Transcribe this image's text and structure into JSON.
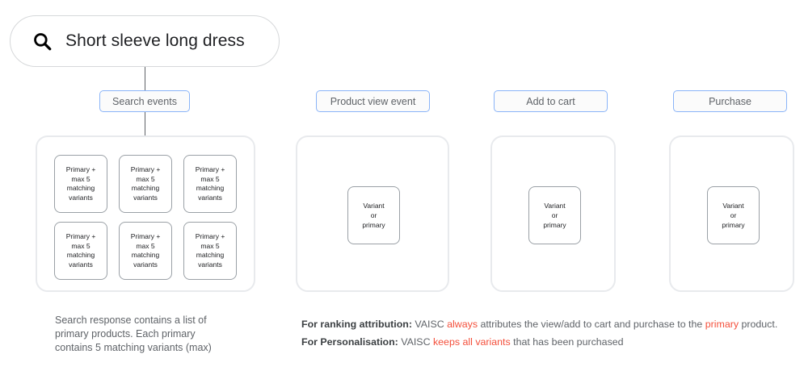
{
  "search": {
    "query": "Short sleeve long dress",
    "icon": "search-icon"
  },
  "events": [
    {
      "label": "Search events"
    },
    {
      "label": "Product view event"
    },
    {
      "label": "Add to cart"
    },
    {
      "label": "Purchase"
    }
  ],
  "search_panel": {
    "cards": [
      {
        "l1": "Primary +",
        "l2": "max 5",
        "l3": "matching",
        "l4": "variants"
      },
      {
        "l1": "Primary +",
        "l2": "max 5",
        "l3": "matching",
        "l4": "variants"
      },
      {
        "l1": "Primary +",
        "l2": "max 5",
        "l3": "matching",
        "l4": "variants"
      },
      {
        "l1": "Primary +",
        "l2": "max 5",
        "l3": "matching",
        "l4": "variants"
      },
      {
        "l1": "Primary +",
        "l2": "max 5",
        "l3": "matching",
        "l4": "variants"
      },
      {
        "l1": "Primary +",
        "l2": "max 5",
        "l3": "matching",
        "l4": "variants"
      }
    ],
    "caption_line1": "Search response contains a list of",
    "caption_line2": "primary products. Each primary",
    "caption_line3": "contains 5 matching variants (max)"
  },
  "event_panels": [
    {
      "card": {
        "l1": "Variant",
        "l2": "or",
        "l3": "primary"
      }
    },
    {
      "card": {
        "l1": "Variant",
        "l2": "or",
        "l3": "primary"
      }
    },
    {
      "card": {
        "l1": "Variant",
        "l2": "or",
        "l3": "primary"
      }
    }
  ],
  "notes": {
    "ranking": {
      "label": "For ranking attribution:",
      "part1": " VAISC ",
      "highlight1": "always",
      "part2": " attributes the view/add to cart and purchase to the ",
      "highlight2": "primary",
      "part3": " product."
    },
    "personalisation": {
      "label": "For Personalisation:",
      "part1": " VAISC ",
      "highlight1": "keeps all variants",
      "part2": " that has been purchased"
    }
  },
  "colors": {
    "accent_blue": "#8ab4f8",
    "highlight_red": "#f4503c",
    "panel_border": "#e8eaed",
    "card_border": "#9aa0a6",
    "text_gray": "#5f6368"
  }
}
